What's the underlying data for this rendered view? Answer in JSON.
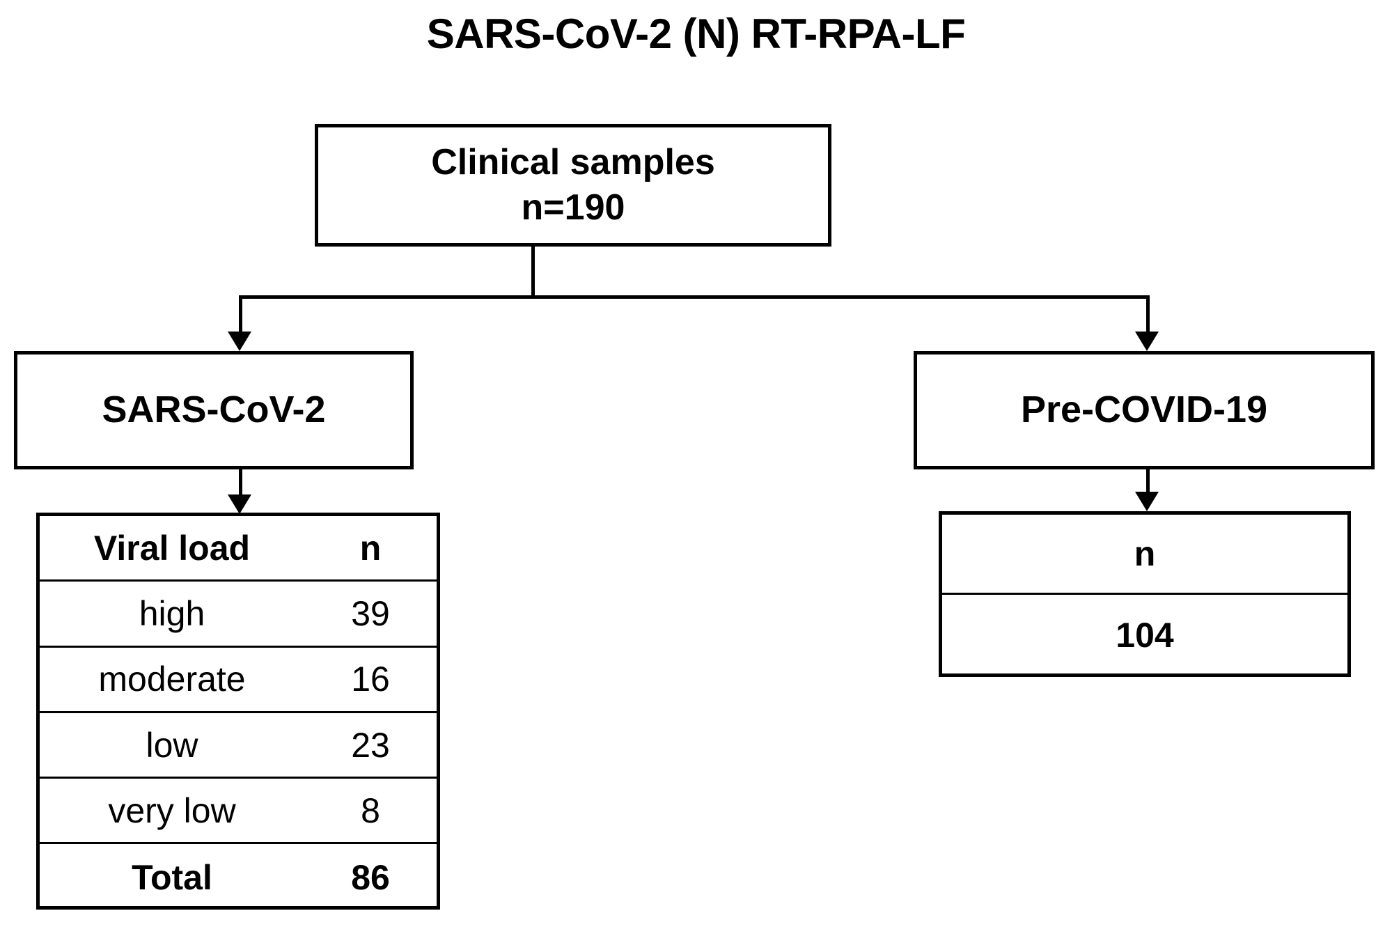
{
  "figure": {
    "title": "SARS-CoV-2 (N) RT-RPA-LF"
  },
  "nodes": {
    "root": {
      "label": "Clinical samples",
      "count_label": "n=190"
    },
    "left_branch": {
      "label": "SARS-CoV-2"
    },
    "right_branch": {
      "label": "Pre-COVID-19"
    }
  },
  "viral_load_table": {
    "headers": [
      "Viral load",
      "n"
    ],
    "rows": [
      {
        "label": "high",
        "value": "39"
      },
      {
        "label": "moderate",
        "value": "16"
      },
      {
        "label": "low",
        "value": "23"
      },
      {
        "label": "very low",
        "value": "8"
      }
    ],
    "total": {
      "label": "Total",
      "value": "86"
    }
  },
  "precovid_table": {
    "header": "n",
    "value": "104"
  },
  "chart_data": {
    "type": "diagram",
    "title": "SARS-CoV-2 (N) RT-RPA-LF",
    "structure": "flowchart",
    "root": {
      "name": "Clinical samples",
      "n": 190
    },
    "branches": [
      {
        "name": "SARS-CoV-2",
        "n": 86,
        "breakdown": {
          "categories": [
            "high",
            "moderate",
            "low",
            "very low"
          ],
          "values": [
            39,
            16,
            23,
            8
          ],
          "category_label": "Viral load",
          "value_label": "n",
          "total": 86
        }
      },
      {
        "name": "Pre-COVID-19",
        "n": 104,
        "breakdown": {
          "categories": [],
          "values": [],
          "value_label": "n",
          "total": 104
        }
      }
    ],
    "colors": {
      "stroke": "#000000",
      "fill": "#ffffff",
      "text": "#000000"
    }
  }
}
